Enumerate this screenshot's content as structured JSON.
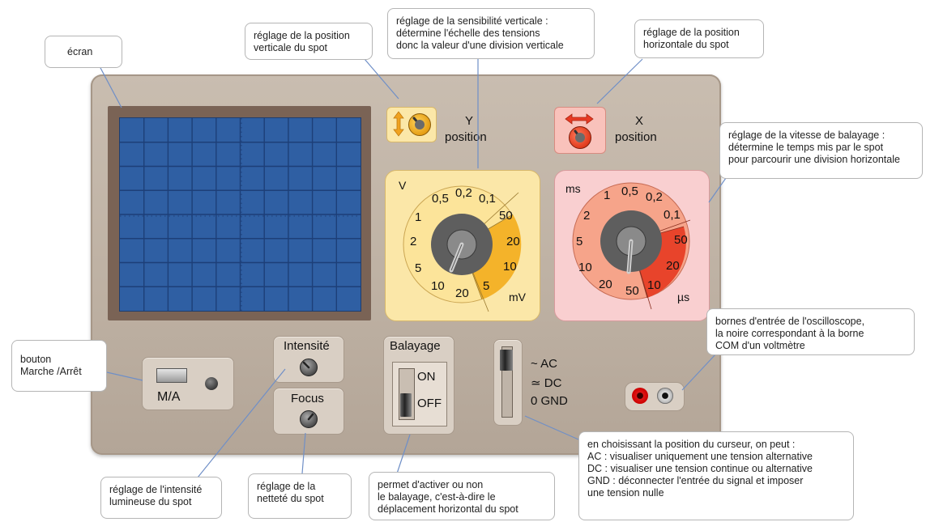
{
  "callouts": {
    "ecran": "écran",
    "y_position": "réglage de la position\nverticale du spot",
    "sensibilite": "réglage de la sensibilité verticale :\ndétermine l'échelle des tensions\ndonc la valeur d'une division verticale",
    "x_position": "réglage de la position\nhorizontale du spot",
    "balayage_vitesse": "réglage de la vitesse de balayage :\ndétermine le temps mis par le spot\npour parcourir une division horizontale",
    "bornes": "bornes d'entrée de l'oscilloscope,\nla noire correspondant à la borne\nCOM d'un voltmètre",
    "bouton": "bouton\nMarche /Arrêt",
    "intensite": "réglage de l'intensité\nlumineuse du spot",
    "nettete": "réglage de la\nnetteté du spot",
    "balayage": "permet d'activer ou non\nle balayage, c'est-à-dire le\ndéplacement horizontal du spot",
    "curseur": "en choisissant la position du curseur, on peut :\nAC : visualiser uniquement une tension alternative\nDC : visualiser une tension continue ou alternative\nGND : déconnecter l'entrée du signal et imposer\nune tension nulle"
  },
  "panel": {
    "y_label": "Y",
    "y_sub": "position",
    "x_label": "X",
    "x_sub": "position",
    "ma_label": "M/A",
    "intensite_label": "Intensité",
    "focus_label": "Focus",
    "balayage_label": "Balayage",
    "on_label": "ON",
    "off_label": "OFF",
    "ac_label": "~ AC",
    "dc_label": "≃ DC",
    "gnd_label": "0 GND"
  },
  "volt_dial": {
    "unit_top": "V",
    "unit_bottom": "mV",
    "scale": [
      "0,5",
      "0,2",
      "0,1",
      "1",
      "50",
      "2",
      "20",
      "5",
      "10",
      "10",
      "20",
      "5"
    ]
  },
  "time_dial": {
    "unit_top": "ms",
    "unit_bottom": "µs",
    "scale": [
      "1",
      "0,5",
      "0,2",
      "2",
      "0,1",
      "5",
      "50",
      "10",
      "20",
      "20",
      "50",
      "10"
    ]
  },
  "colors": {
    "screen": "#2f5fa3",
    "volt_dial_bg": "#fbe7a8",
    "volt_dial_accent": "#f4b32a",
    "time_dial_bg": "#f6a48a",
    "time_dial_accent": "#e8442b"
  }
}
